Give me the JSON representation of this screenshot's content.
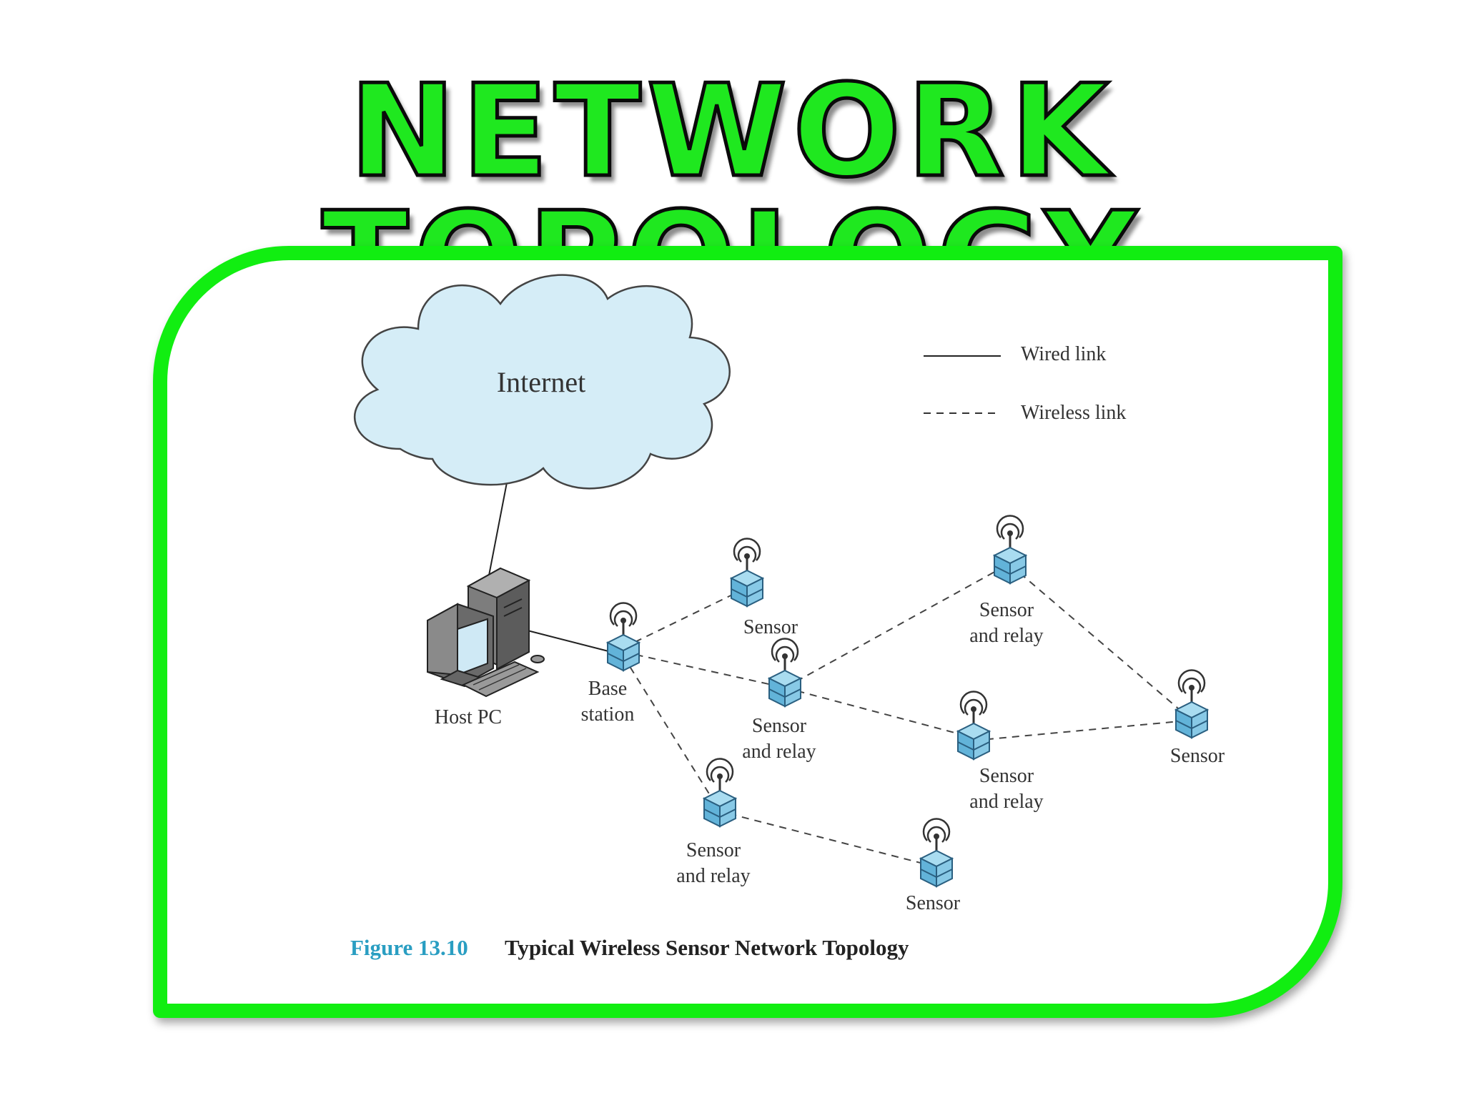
{
  "title": "NETWORK TOPOLOGY",
  "colors": {
    "title_green": "#1fe81f",
    "frame_green": "#11ee11",
    "cloud_fill": "#d5edf7",
    "node_blue": "#7cc6e6",
    "caption_blue": "#2a9ec2"
  },
  "legend": {
    "wired": "Wired link",
    "wireless": "Wireless link"
  },
  "cloud": {
    "label": "Internet"
  },
  "host": {
    "label": "Host PC"
  },
  "nodes": {
    "base": [
      "Base",
      "station"
    ],
    "s1": "Sensor",
    "r1": [
      "Sensor",
      "and relay"
    ],
    "r2": [
      "Sensor",
      "and relay"
    ],
    "r3": [
      "Sensor",
      "and relay"
    ],
    "r4": [
      "Sensor",
      "and relay"
    ],
    "s2": "Sensor",
    "s3": "Sensor"
  },
  "caption": {
    "number": "Figure 13.10",
    "text": "Typical Wireless Sensor Network Topology"
  },
  "icons": {
    "cloud": "cloud-icon",
    "host": "desktop-computer-icon",
    "node": "sensor-antenna-icon"
  }
}
